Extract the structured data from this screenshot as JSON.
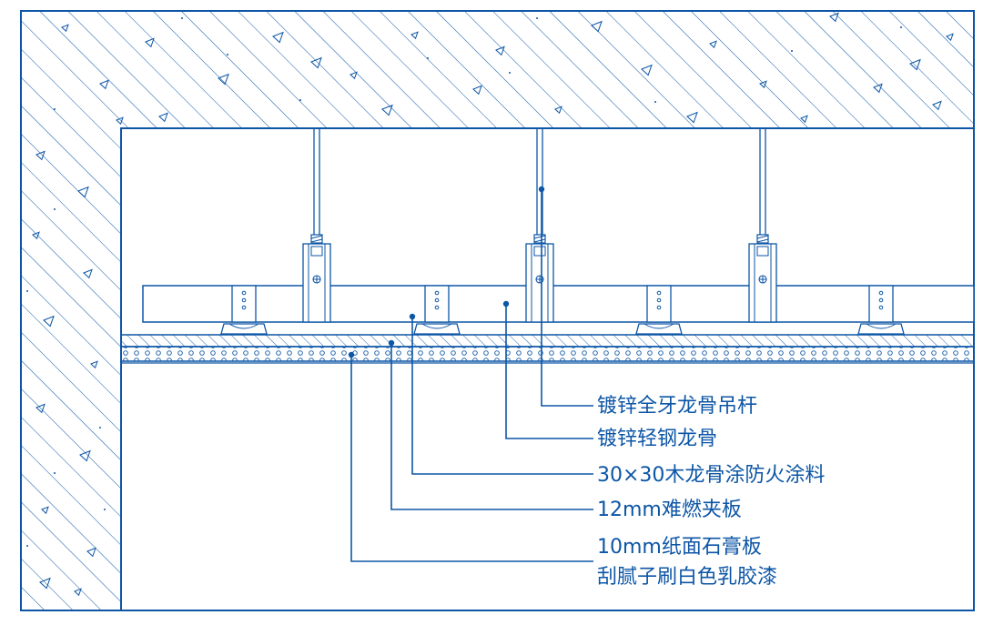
{
  "colors": {
    "line": "#0d56a6",
    "background": "#ffffff"
  },
  "hangers": [
    {
      "label_index": null
    },
    {
      "label_index": 0
    },
    {
      "label_index": null
    }
  ],
  "labels": [
    {
      "text": "镀锌全牙龙骨吊杆",
      "target": "hanger-rod"
    },
    {
      "text": "镀锌轻钢龙骨",
      "target": "steel-keel"
    },
    {
      "text": "30×30木龙骨涂防火涂料",
      "target": "wood-keel"
    },
    {
      "text": "12mm难燃夹板",
      "target": "plywood"
    },
    {
      "text": "10mm纸面石膏板",
      "target": "gypsum-board"
    },
    {
      "text": "刮腻子刷白色乳胶漆",
      "target": "gypsum-board"
    }
  ]
}
